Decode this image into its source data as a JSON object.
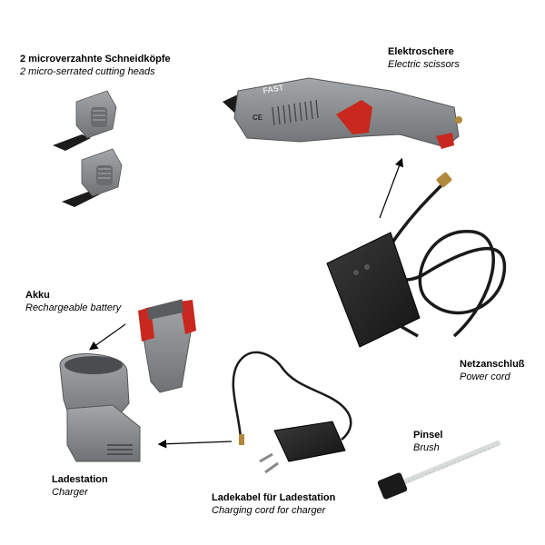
{
  "labels": {
    "cutting_heads": {
      "de": "2 microverzahnte Schneidköpfe",
      "en": "2 micro-serrated cutting heads"
    },
    "scissors": {
      "de": "Elektroschere",
      "en": "Electric scissors"
    },
    "battery": {
      "de": "Akku",
      "en": "Rechargeable battery"
    },
    "power_cord": {
      "de": "Netzanschluß",
      "en": "Power cord"
    },
    "charger": {
      "de": "Ladestation",
      "en": "Charger"
    },
    "charging_cord": {
      "de": "Ladekabel für Ladestation",
      "en": "Charging cord for charger"
    },
    "brush": {
      "de": "Pinsel",
      "en": "Brush"
    }
  },
  "product_marking": {
    "brand": "FAST",
    "ce": "CE"
  },
  "colors": {
    "housing_gray": "#8c8f92",
    "dark_gray": "#5a5d60",
    "accent_red": "#c8281e",
    "cord_black": "#1a1a1a",
    "adapter_black": "#222222"
  }
}
